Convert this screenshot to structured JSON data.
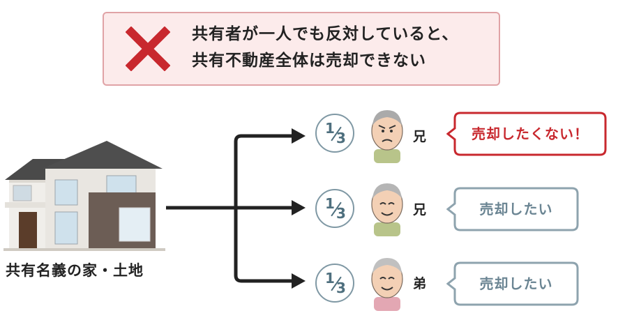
{
  "warning": {
    "line1": "共有者が一人でも反対していると、",
    "line2": "共有不動産全体は売却できない",
    "icon": "cross-mark-icon",
    "icon_color": "#c8282e"
  },
  "property": {
    "label": "共有名義の家・土地",
    "icon": "house-icon"
  },
  "share": {
    "numerator": "1",
    "denominator": "3"
  },
  "owners": [
    {
      "relation": "兄",
      "statement": "売却したくない！",
      "opposes": true
    },
    {
      "relation": "兄",
      "statement": "売却したい",
      "opposes": false
    },
    {
      "relation": "弟",
      "statement": "売却したい",
      "opposes": false
    }
  ],
  "colors": {
    "oppose": "#c8282e",
    "agree": "#8ea3ae",
    "agree_text": "#6b8593",
    "arrow": "#222222",
    "warning_bg": "#fcebeb"
  }
}
